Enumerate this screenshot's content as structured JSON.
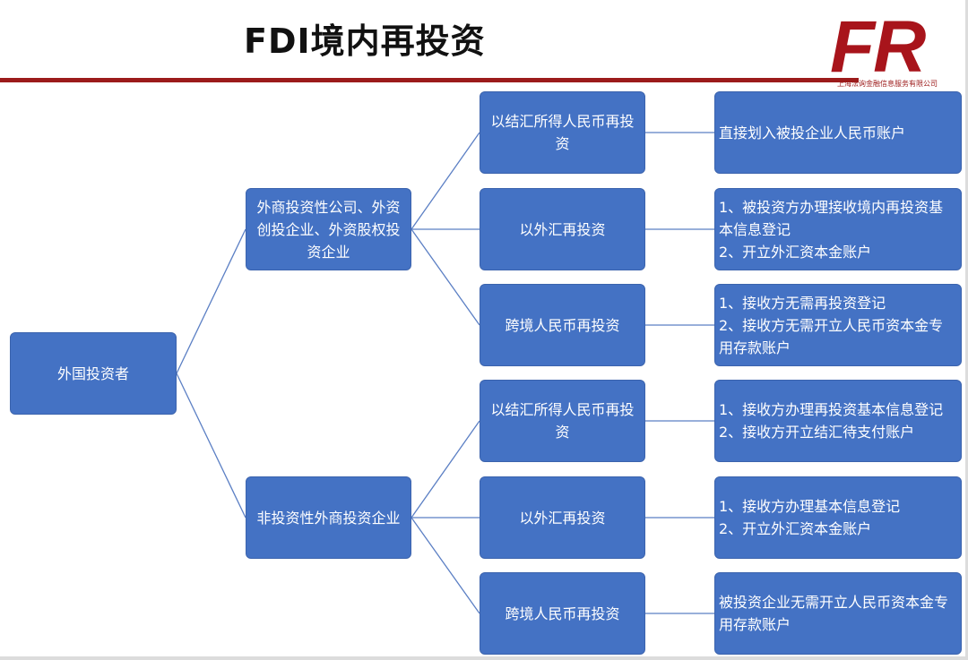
{
  "header": {
    "title": "FDI境内再投资",
    "logo_letters": "FR",
    "logo_caption": "上海法询金融信息服务有限公司"
  },
  "colors": {
    "node_fill": "#4472c4",
    "rule": "#9c1b1b",
    "logo": "#a8141b",
    "connector": "#5b7fc4"
  },
  "diagram": {
    "root": "外国投资者",
    "branches": [
      {
        "label": "外商投资性公司、外资创投企业、外资股权投资企业",
        "methods": [
          {
            "label": "以结汇所得人民币再投资",
            "requirement": "直接划入被投企业人民币账户"
          },
          {
            "label": "以外汇再投资",
            "requirement": "1、被投资方办理接收境内再投资基本信息登记\n2、开立外汇资本金账户"
          },
          {
            "label": "跨境人民币再投资",
            "requirement": "1、接收方无需再投资登记\n2、接收方无需开立人民币资本金专用存款账户"
          }
        ]
      },
      {
        "label": "非投资性外商投资企业",
        "methods": [
          {
            "label": "以结汇所得人民币再投资",
            "requirement": "1、接收方办理再投资基本信息登记\n2、接收方开立结汇待支付账户"
          },
          {
            "label": "以外汇再投资",
            "requirement": "1、接收方办理基本信息登记\n2、开立外汇资本金账户"
          },
          {
            "label": "跨境人民币再投资",
            "requirement": "被投资企业无需开立人民币资本金专用存款账户"
          }
        ]
      }
    ]
  }
}
